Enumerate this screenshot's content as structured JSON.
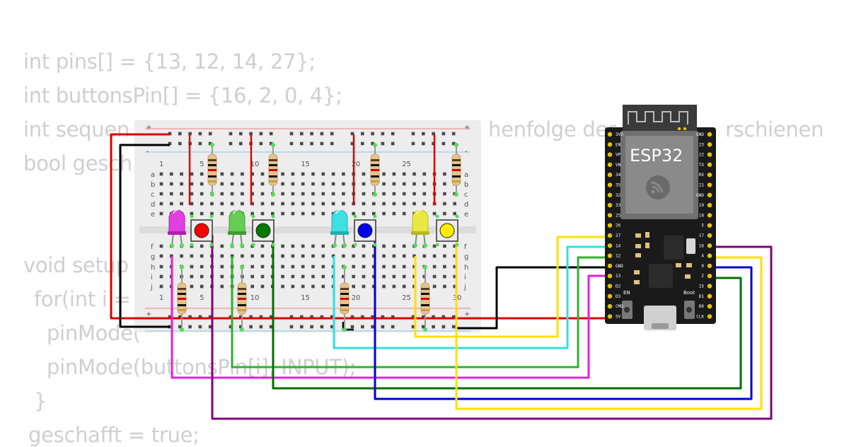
{
  "code_lines": [
    "int pins[] = {13, 12, 14, 27};",
    "int buttonsPin[] = {16, 2, 0, 4};",
    "int sequen",
    "henfolge der l",
    "rschienen",
    "bool gesch",
    "void setup",
    "for(int i =",
    "pinMode(",
    "pinMode(buttonsPin[i], INPUT);",
    "}",
    "geschafft = true;"
  ],
  "breadboard": {
    "plus": "+",
    "minus": "-",
    "rows_top": [
      "a",
      "b",
      "c",
      "d",
      "e"
    ],
    "rows_bottom": [
      "f",
      "g",
      "h",
      "i",
      "j"
    ],
    "column_numbers": [
      "1",
      "5",
      "10",
      "15",
      "20",
      "25",
      "30"
    ]
  },
  "esp32": {
    "label": "ESP32",
    "en_label": "EN",
    "boot_label": "Boot",
    "left_pins": [
      "3V3",
      "EN",
      "VP",
      "VN",
      "34",
      "35",
      "32",
      "33",
      "25",
      "26",
      "27",
      "14",
      "12",
      "GND",
      "13",
      "D2",
      "D3",
      "CMD",
      "5V"
    ],
    "right_pins": [
      "GND",
      "23",
      "22",
      "TX",
      "RX",
      "21",
      "GND",
      "19",
      "18",
      "5",
      "17",
      "16",
      "4",
      "0",
      "2",
      "15",
      "D1",
      "D0",
      "CLK"
    ]
  },
  "components": {
    "leds": [
      {
        "color": "magenta",
        "fill": "#e040e0",
        "dark": "#b020b0"
      },
      {
        "color": "green",
        "fill": "#66cc55",
        "dark": "#3f9a32"
      },
      {
        "color": "cyan",
        "fill": "#40e0e0",
        "dark": "#20b0b0"
      },
      {
        "color": "yellow",
        "fill": "#e8e840",
        "dark": "#b8b820"
      }
    ],
    "buttons": [
      {
        "cap": "#ff0000"
      },
      {
        "cap": "#007a00"
      },
      {
        "cap": "#0000ee"
      },
      {
        "cap": "#ffee00"
      }
    ]
  },
  "wire_colors": {
    "power": "#e00000",
    "ground": "#000000",
    "magenta": "#e020e0",
    "green": "#30b030",
    "cyan": "#30e0e0",
    "yellow": "#ffe000",
    "dark_green": "#007000",
    "blue": "#0000cc",
    "purple": "#800080"
  }
}
